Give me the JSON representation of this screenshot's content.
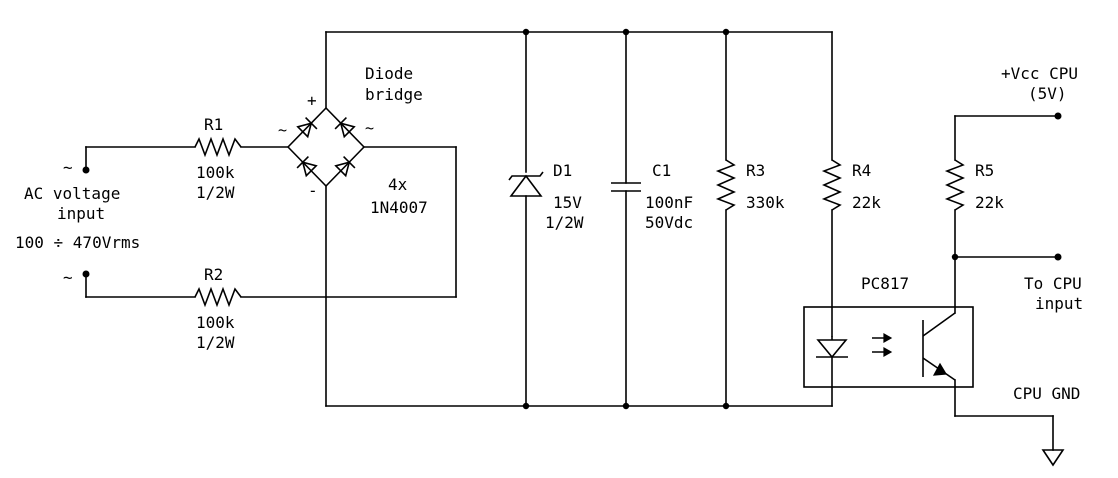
{
  "input": {
    "label_line1": "AC voltage",
    "label_line2": "input",
    "range": "100 ÷ 470Vrms",
    "tilde_top": "~",
    "tilde_bottom": "~"
  },
  "r1": {
    "ref": "R1",
    "value": "100k",
    "power": "1/2W"
  },
  "r2": {
    "ref": "R2",
    "value": "100k",
    "power": "1/2W"
  },
  "bridge": {
    "title_line1": "Diode",
    "title_line2": "bridge",
    "count": "4x",
    "part": "1N4007",
    "plus": "+",
    "minus": "-",
    "ac_left": "~",
    "ac_right": "~"
  },
  "d1": {
    "ref": "D1",
    "value": "15V",
    "power": "1/2W"
  },
  "c1": {
    "ref": "C1",
    "value": "100nF",
    "voltage": "50Vdc"
  },
  "r3": {
    "ref": "R3",
    "value": "330k"
  },
  "r4": {
    "ref": "R4",
    "value": "22k"
  },
  "r5": {
    "ref": "R5",
    "value": "22k"
  },
  "optocoupler": {
    "part": "PC817"
  },
  "outputs": {
    "vcc_line1": "+Vcc CPU",
    "vcc_line2": "(5V)",
    "cpu_in_line1": "To CPU",
    "cpu_in_line2": "input",
    "gnd": "CPU GND"
  }
}
